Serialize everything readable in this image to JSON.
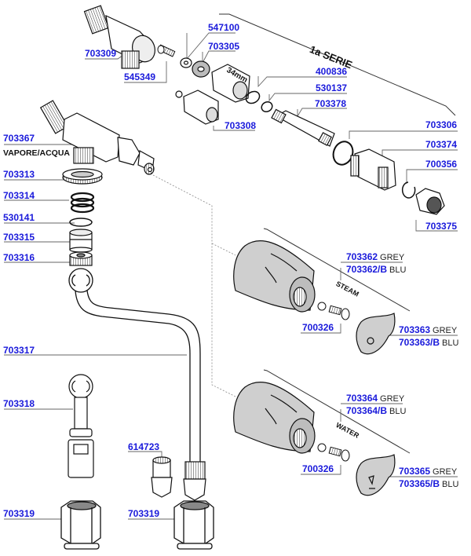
{
  "diagram": {
    "group_title": "1a SERIE",
    "dimension_note": "34mm",
    "section_labels": {
      "steam": "STEAM",
      "water": "WATER"
    },
    "main_body_note": "VAPORE/ACQUA",
    "colors": {
      "label": "#1a1adb",
      "leader": "#555555",
      "part_fill": "#d4d4d4",
      "outline": "#111111"
    },
    "parts": [
      {
        "code": "703309"
      },
      {
        "code": "545349"
      },
      {
        "code": "547100"
      },
      {
        "code": "703305"
      },
      {
        "code": "400836"
      },
      {
        "code": "530137"
      },
      {
        "code": "703378"
      },
      {
        "code": "703308"
      },
      {
        "code": "703306"
      },
      {
        "code": "703374"
      },
      {
        "code": "700356"
      },
      {
        "code": "703375"
      },
      {
        "code": "703367"
      },
      {
        "code": "703313"
      },
      {
        "code": "703314"
      },
      {
        "code": "530141"
      },
      {
        "code": "703315"
      },
      {
        "code": "703316"
      },
      {
        "code": "703317"
      },
      {
        "code": "703318"
      },
      {
        "code": "614723"
      },
      {
        "code": "703319"
      },
      {
        "code": "703319"
      },
      {
        "code": "703362",
        "suffix": "GREY"
      },
      {
        "code": "703362/B",
        "suffix": "BLU"
      },
      {
        "code": "700326"
      },
      {
        "code": "703363",
        "suffix": "GREY"
      },
      {
        "code": "703363/B",
        "suffix": "BLU"
      },
      {
        "code": "703364",
        "suffix": "GREY"
      },
      {
        "code": "703364/B",
        "suffix": "BLU"
      },
      {
        "code": "700326"
      },
      {
        "code": "703365",
        "suffix": "GREY"
      },
      {
        "code": "703365/B",
        "suffix": "BLU"
      }
    ]
  }
}
